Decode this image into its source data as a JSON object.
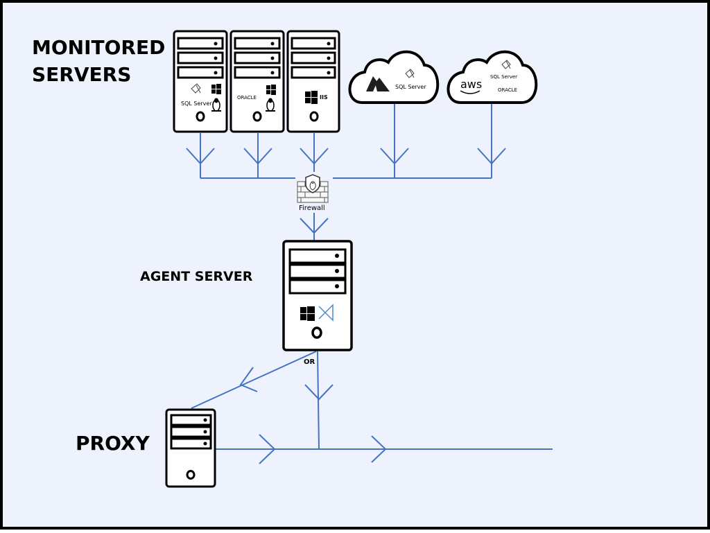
{
  "colors": {
    "background": "#eef2fd",
    "frame": "#000000",
    "connector": "#4472c4",
    "server_fill": "#ffffff",
    "server_stroke": "#000000",
    "azure_blue": "#0078d4",
    "aws_orange": "#f79400"
  },
  "labels": {
    "monitored_servers_line1": "MONITORED",
    "monitored_servers_line2": "SERVERS",
    "agent_server": "AGENT SERVER",
    "proxy": "PROXY",
    "firewall": "Firewall",
    "or": "OR"
  },
  "server1": {
    "logo_text": "SQL Server",
    "icons": [
      "sql-server-icon",
      "windows-icon",
      "linux-penguin-icon"
    ]
  },
  "server2": {
    "logo_text": "ORACLE",
    "icons": [
      "oracle-logo",
      "windows-icon",
      "linux-penguin-icon"
    ]
  },
  "server3": {
    "logo_text": "IIS",
    "icons": [
      "windows-icon",
      "iis-icon"
    ]
  },
  "cloud_azure": {
    "logo_text": "SQL Server",
    "icons": [
      "azure-icon",
      "sql-server-icon"
    ]
  },
  "cloud_aws": {
    "logo_aws": "aws",
    "logo_sql": "SQL Server",
    "logo_oracle": "ORACLE",
    "icons": [
      "aws-icon",
      "sql-server-icon",
      "oracle-logo"
    ]
  },
  "agent": {
    "icons": [
      "windows-icon",
      "visual-studio-icon"
    ]
  }
}
